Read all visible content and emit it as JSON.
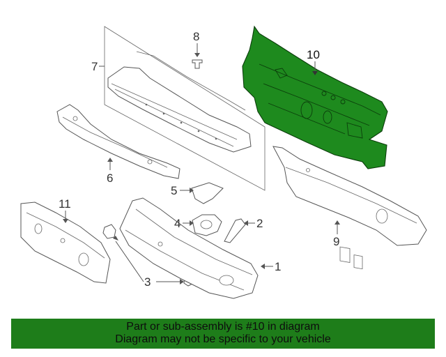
{
  "diagram": {
    "callouts": {
      "c1": "1",
      "c2": "2",
      "c3": "3",
      "c4": "4",
      "c5": "5",
      "c6": "6",
      "c7": "7",
      "c8": "8",
      "c9": "9",
      "c10": "10",
      "c11": "11"
    },
    "highlight_color": "#1e8a1e"
  },
  "banner": {
    "line1": "Part or sub-assembly is #10 in diagram",
    "line2": "Diagram may not be specific to your vehicle",
    "background": "#1e7d1a"
  }
}
